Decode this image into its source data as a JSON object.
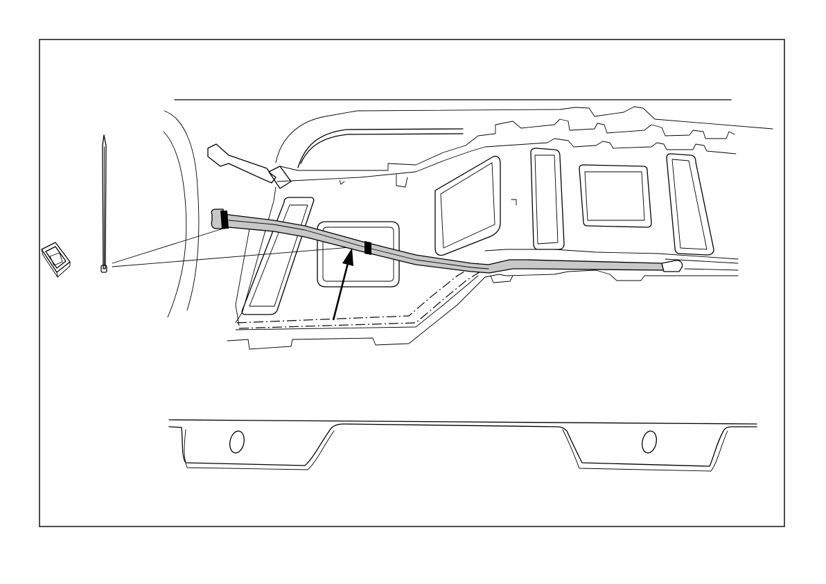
{
  "diagram": {
    "colors": {
      "line": "#000000",
      "harness_fill": "#c8c8c8",
      "background": "#ffffff"
    },
    "parts": [
      {
        "name": "cable-tie",
        "icon": "cable-tie-icon"
      },
      {
        "name": "adhesive-tie-mount",
        "icon": "tie-mount-icon"
      }
    ],
    "cable_tie_count": 2
  }
}
